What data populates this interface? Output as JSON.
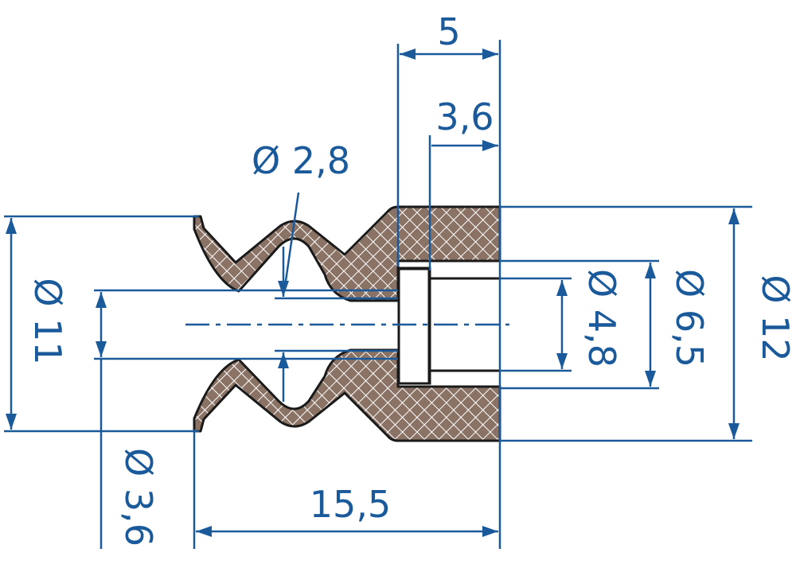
{
  "colors": {
    "dimension": "#1a5a9a",
    "outline": "#1a1a1a",
    "fill": "#8a7265",
    "hatch": "#ffffff",
    "background": "#ffffff"
  },
  "dimensions": {
    "width_top": "5",
    "width_inner": "3,6",
    "hole_dia": "Ø 2,8",
    "outer_dia_left": "Ø 11",
    "inner_dia_left": "Ø 3,6",
    "total_length": "15,5",
    "bore_dia": "Ø 4,8",
    "neck_dia": "Ø 6,5",
    "outer_dia_right": "Ø 12"
  }
}
